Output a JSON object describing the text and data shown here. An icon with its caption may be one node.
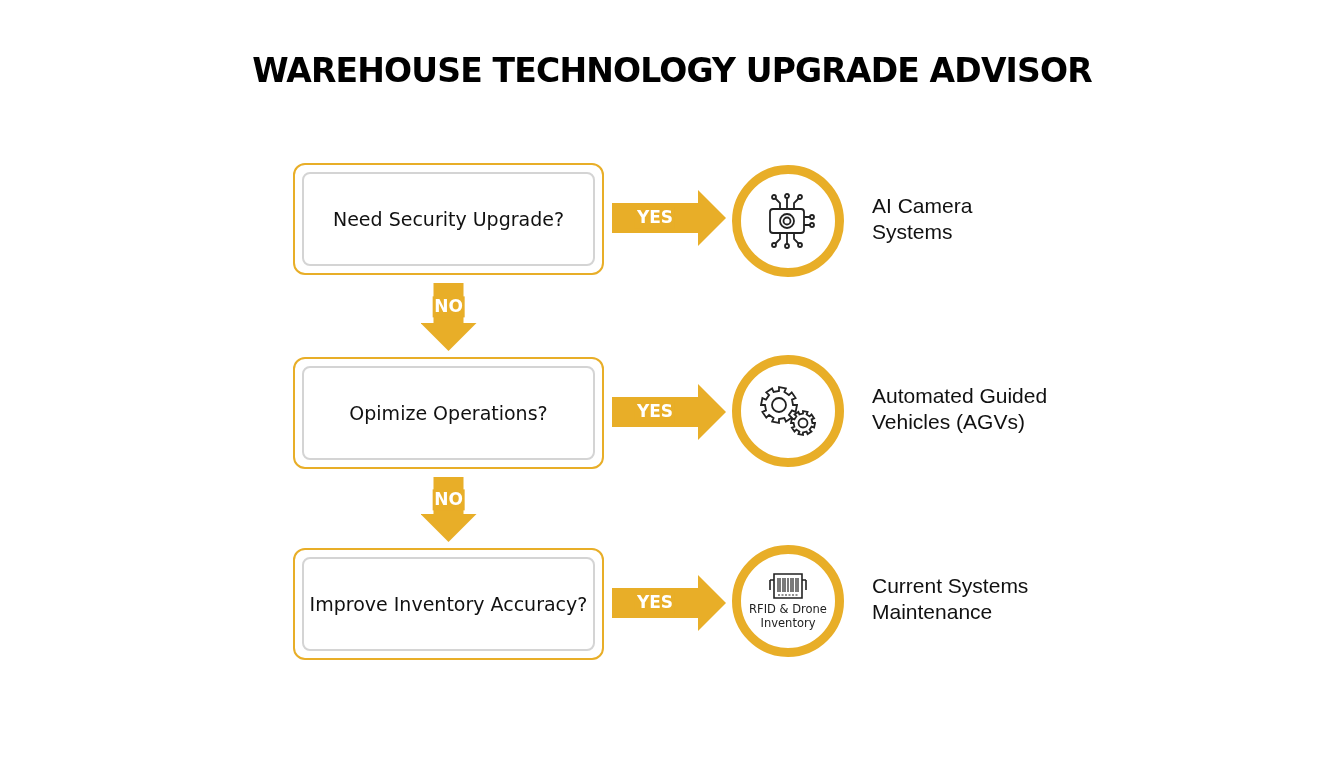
{
  "diagram": {
    "title": "WAREHOUSE TECHNOLOGY UPGRADE ADVISOR",
    "nodes": [
      {
        "text": [
          "Need Security Upgrade?"
        ]
      },
      {
        "text": [],
        "shape": "circle",
        "beside": [
          "AI Camera Systems"
        ]
      },
      {
        "text": [
          "Opimize Operations?"
        ]
      },
      {
        "text": [],
        "shape": "circle",
        "beside": [
          "Automated Guided Vehicles (AGVs)"
        ]
      },
      {
        "text": [
          "Improve Inventory Accuracy?"
        ]
      },
      {
        "text": [
          "RFID & Drone Inventory"
        ],
        "beside": [
          "Current Systems Maintenance"
        ]
      }
    ],
    "edges": [
      {
        "from": 0,
        "to": 1,
        "arrow": "to",
        "label": "YES"
      },
      {
        "from": 0,
        "to": 2,
        "arrow": "to",
        "label": "NO"
      },
      {
        "from": 2,
        "to": 3,
        "arrow": "to",
        "label": "YES"
      },
      {
        "from": 2,
        "to": 4,
        "arrow": "to",
        "label": "NO"
      },
      {
        "from": 4,
        "to": 5,
        "arrow": "to",
        "label": "YES"
      }
    ]
  }
}
